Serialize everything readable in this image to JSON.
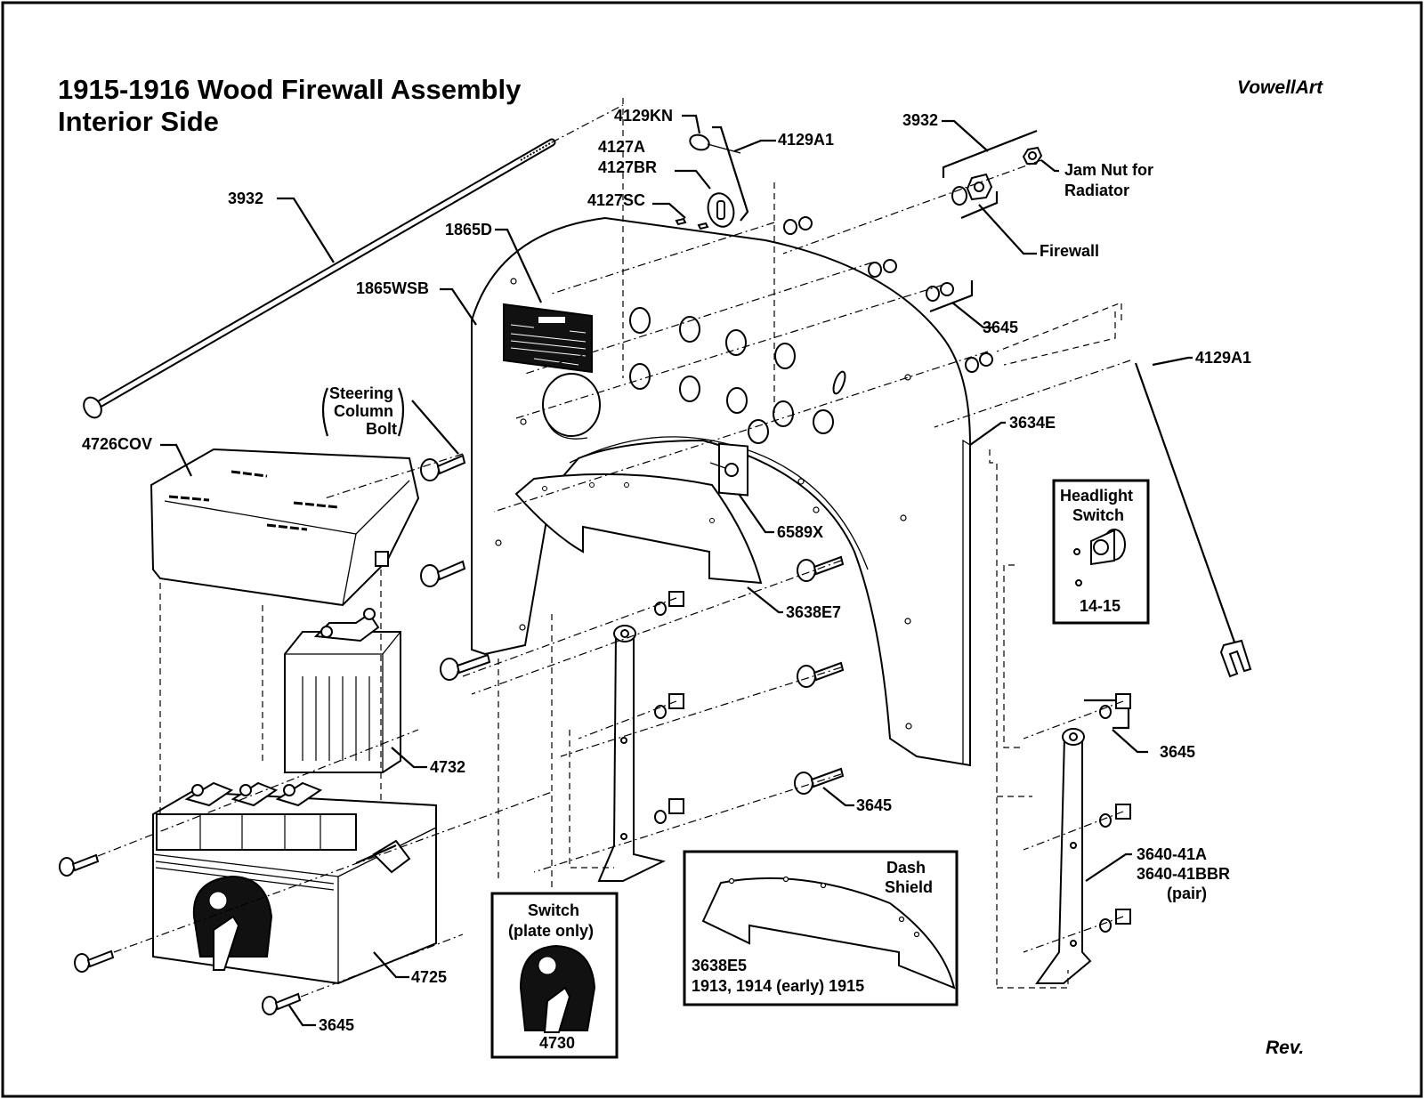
{
  "title": {
    "line1": "1915-1916 Wood Firewall Assembly",
    "line2": "Interior Side"
  },
  "signature": "VowellArt",
  "revision": "Rev.",
  "labels": {
    "rod_3932": "3932",
    "part_4129KN": "4129KN",
    "part_4127A": "4127A",
    "part_4127BR": "4127BR",
    "part_4127SC": "4127SC",
    "part_4129A1_top": "4129A1",
    "bracket_3932": "3932",
    "jam_nut_1": "Jam Nut for",
    "jam_nut_2": "Radiator",
    "firewall": "Firewall",
    "part_1865D": "1865D",
    "part_1865WSB": "1865WSB",
    "part_3645_a": "3645",
    "part_4129A1_right": "4129A1",
    "steering_1": "Steering",
    "steering_2": "Column",
    "steering_3": "Bolt",
    "part_3634E": "3634E",
    "part_4726COV": "4726COV",
    "part_6589X": "6589X",
    "part_3638E7": "3638E7",
    "part_4732": "4732",
    "part_3645_b": "3645",
    "part_3645_c": "3645",
    "part_3640_41A": "3640-41A",
    "part_3640_41BBR": "3640-41BBR",
    "part_pair": "(pair)",
    "part_4725": "4725",
    "part_3645_d": "3645"
  },
  "insets": {
    "headlight": {
      "title1": "Headlight",
      "title2": "Switch",
      "part": "14-15"
    },
    "switch": {
      "title1": "Switch",
      "title2": "(plate only)",
      "part": "4730"
    },
    "dash_shield": {
      "title1": "Dash",
      "title2": "Shield",
      "part": "3638E5",
      "note": "1913, 1914 (early) 1915"
    }
  },
  "colors": {
    "ink": "#000000",
    "paper": "#ffffff"
  }
}
